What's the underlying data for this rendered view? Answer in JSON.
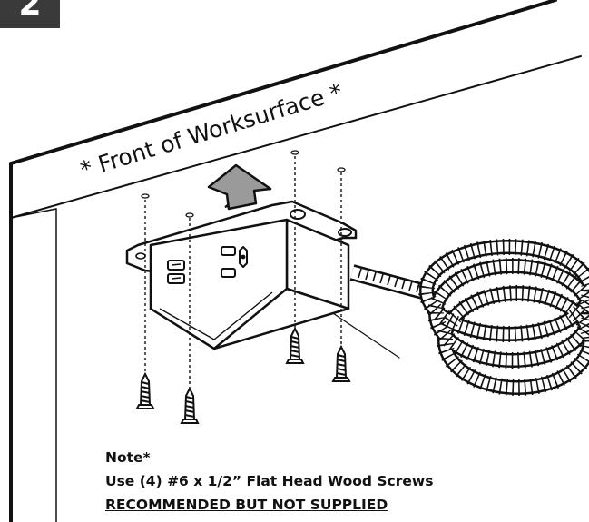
{
  "step": {
    "number": "2"
  },
  "diagram": {
    "surface_label": "* Front of Worksurface *",
    "colors": {
      "line": "#111111",
      "arrow_fill": "#9a9a9a",
      "badge": "#3a3a3a"
    },
    "icons": [
      "up-arrow-icon",
      "power-outlet-icon",
      "wood-screw-icon",
      "coiled-cord-icon"
    ]
  },
  "note": {
    "title": "Note*",
    "line1": "Use (4) #6 x 1/2” Flat Head Wood Screws",
    "line2": "RECOMMENDED BUT NOT SUPPLIED"
  }
}
